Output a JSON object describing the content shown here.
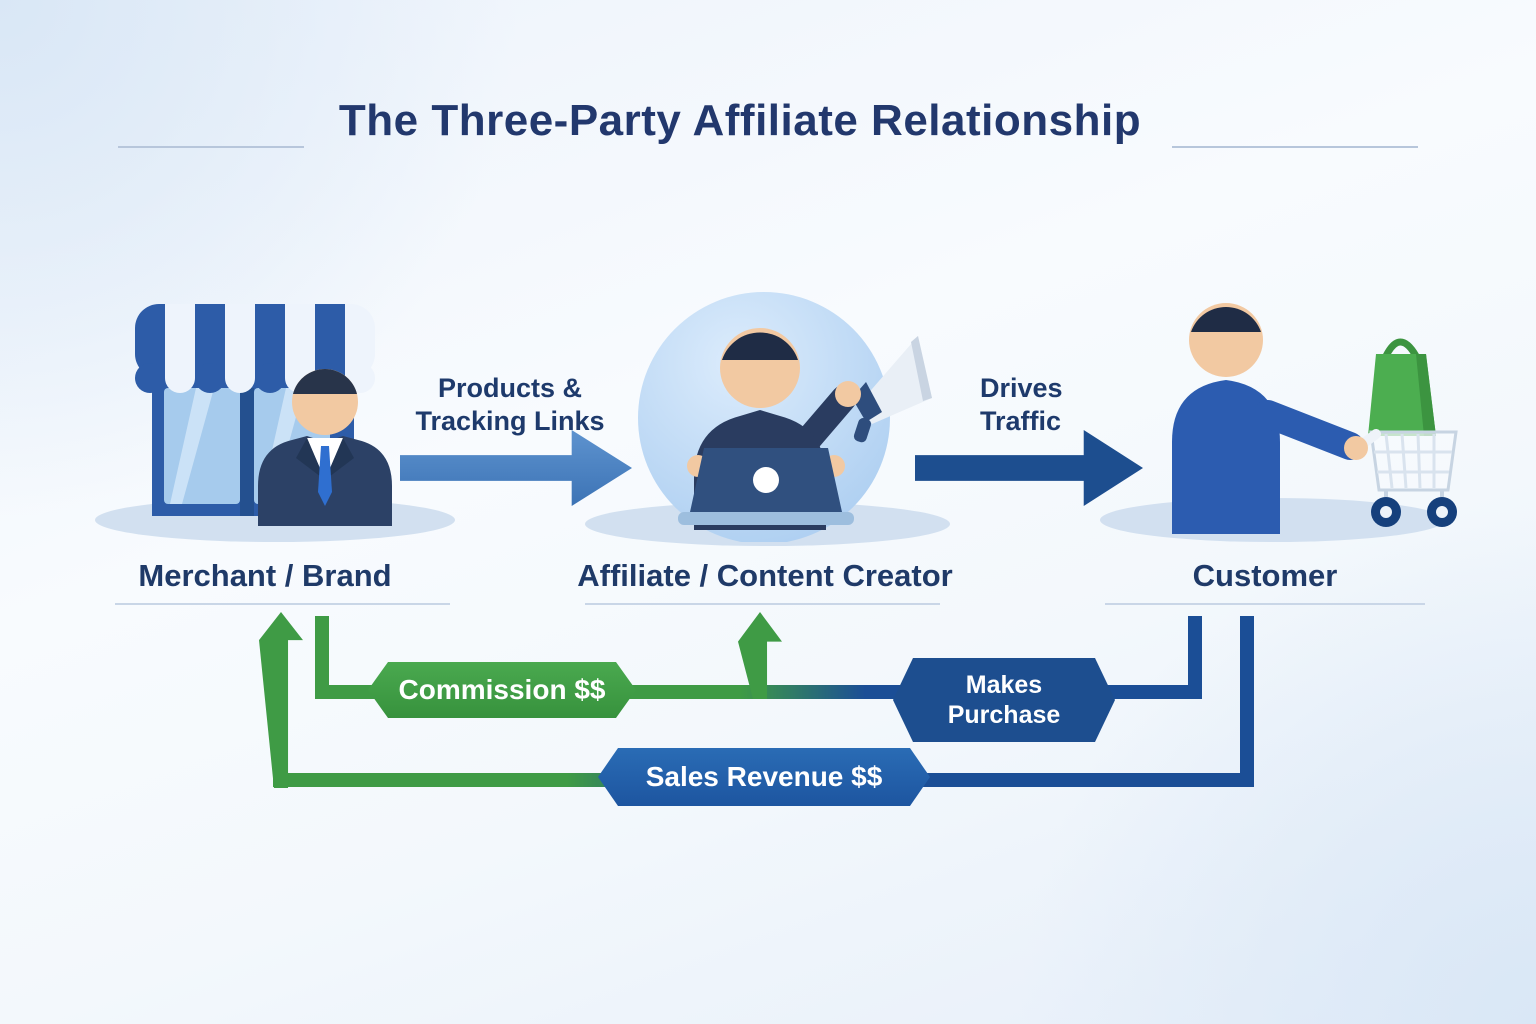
{
  "title": "The Three-Party Affiliate Relationship",
  "entities": {
    "merchant": {
      "label": "Merchant / Brand"
    },
    "affiliate": {
      "label": "Affiliate / Content Creator"
    },
    "customer": {
      "label": "Customer"
    }
  },
  "flows": {
    "products_tracking": {
      "line1": "Products &",
      "line2": "Tracking Links"
    },
    "drives_traffic": {
      "line1": "Drives",
      "line2": "Traffic"
    },
    "commission": {
      "label": "Commission $$"
    },
    "makes_purchase": {
      "line1": "Makes",
      "line2": "Purchase"
    },
    "sales_revenue": {
      "label": "Sales Revenue $$"
    }
  },
  "icons": {
    "storefront-icon": "striped-awning-shop-svg-shape",
    "merchant-person-icon": "businessman-suit-tie-svg-shape",
    "affiliate-person-icon": "person-with-laptop-svg-shape",
    "megaphone-icon": "megaphone-svg-shape",
    "laptop-icon": "open-laptop-svg-shape",
    "customer-person-icon": "person-blue-shirt-svg-shape",
    "shopping-cart-icon": "wire-cart-svg-shape",
    "shopping-bag-icon": "green-bag-svg-shape"
  },
  "colors": {
    "title_navy": "#22386d",
    "label_navy": "#1f3a68",
    "flow_green": "#3f9b45",
    "flow_blue": "#1b4e96",
    "arrow_blue": "#3c73b5",
    "arrow_dark_blue": "#1d4e8f",
    "banner_green": "#3f9b45",
    "banner_dark_blue": "#1d4e8f",
    "banner_mid_blue": "#1e5fae",
    "affiliate_circle_bg": "#b9d8f3",
    "bag_green": "#4cae50",
    "skin_tone": "#f2c9a2"
  }
}
